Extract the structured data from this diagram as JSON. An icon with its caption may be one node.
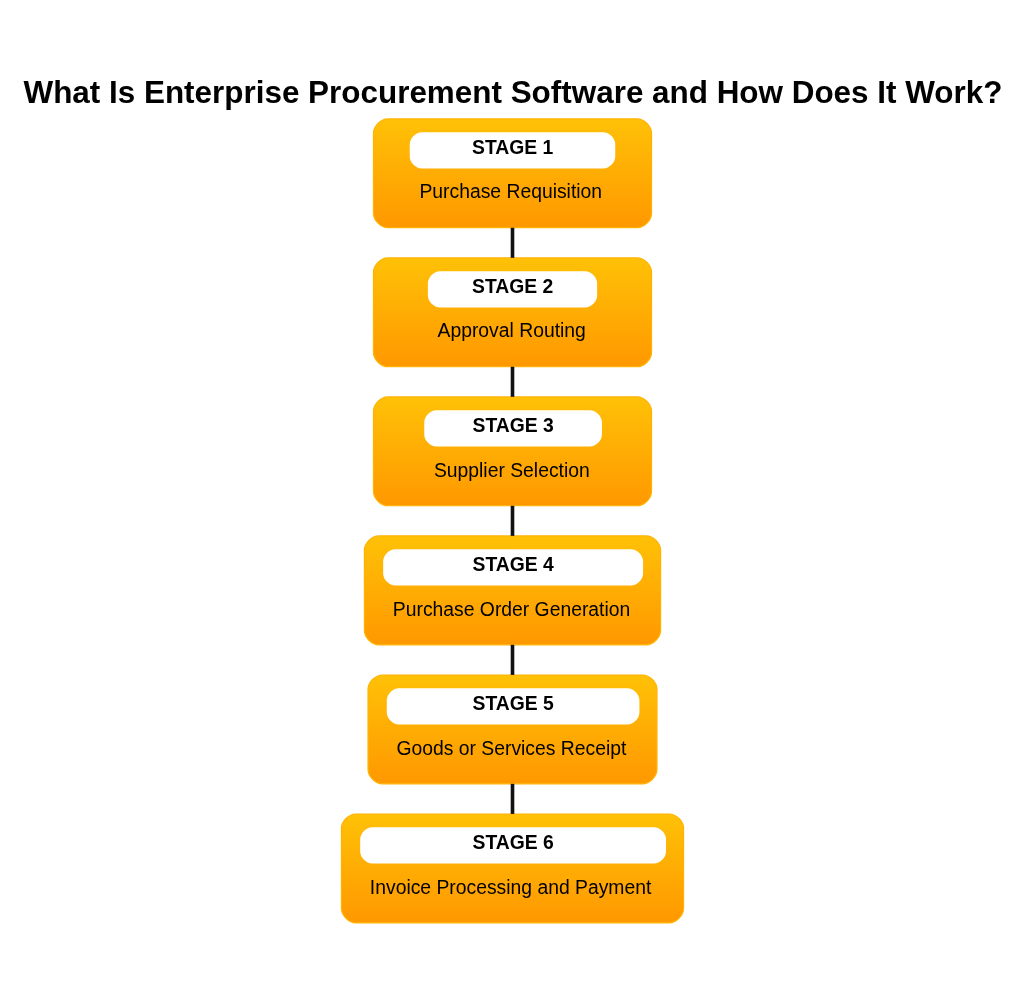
{
  "diagram": {
    "title": "What Is Enterprise Procurement Software and How Does It Work?",
    "nodes": [
      {
        "text": [
          "STAGE 1",
          "Purchase Requisition"
        ]
      },
      {
        "text": [
          "STAGE 2",
          "Approval Routing"
        ]
      },
      {
        "text": [
          "STAGE 3",
          "Supplier Selection"
        ]
      },
      {
        "text": [
          "STAGE 4",
          "Purchase Order Generation"
        ]
      },
      {
        "text": [
          "STAGE 5",
          "Goods or Services Receipt"
        ]
      },
      {
        "text": [
          "STAGE 6",
          "Invoice Processing and Payment"
        ]
      }
    ],
    "edges": [
      {
        "from": 0,
        "to": 1,
        "arrow": "none"
      },
      {
        "from": 1,
        "to": 2,
        "arrow": "none"
      },
      {
        "from": 2,
        "to": 3,
        "arrow": "none"
      },
      {
        "from": 3,
        "to": 4,
        "arrow": "none"
      },
      {
        "from": 4,
        "to": 5,
        "arrow": "none"
      }
    ]
  }
}
